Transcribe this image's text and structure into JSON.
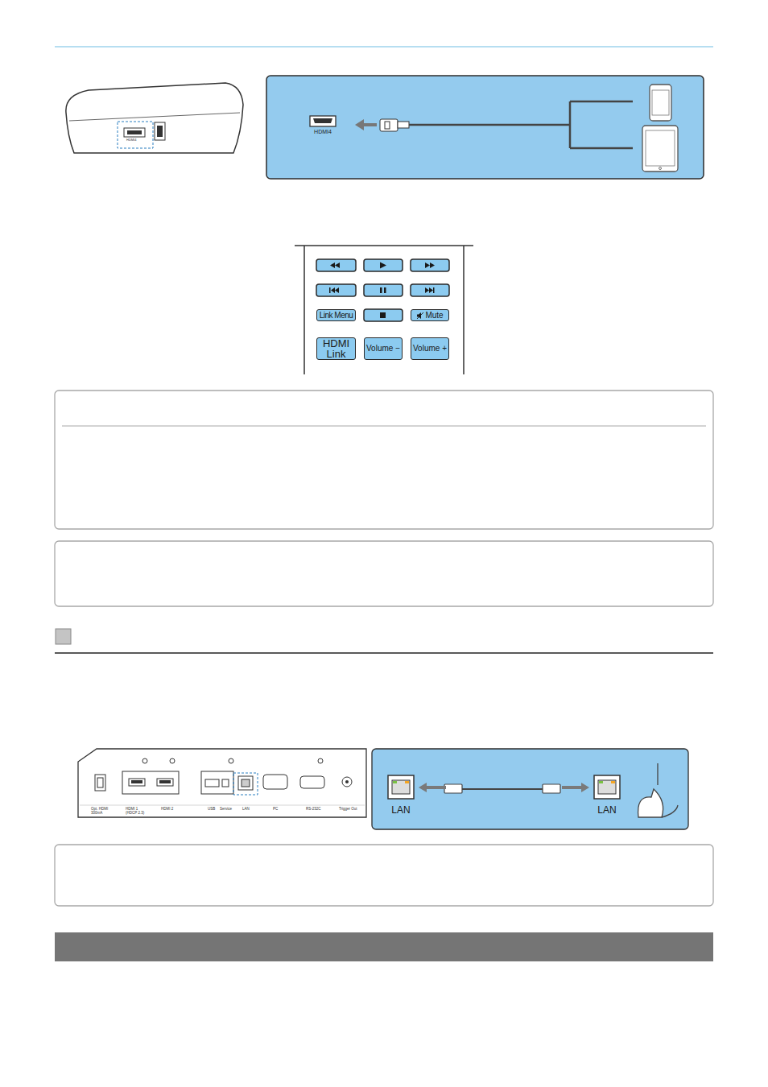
{
  "diagram": {
    "nodes": [
      {
        "text": [
          "HDMI4"
        ]
      },
      {
        "text": [
          "Link Menu"
        ]
      },
      {
        "text": [
          "Mute"
        ]
      },
      {
        "text": [
          "HDMI Link"
        ]
      },
      {
        "text": [
          "Volume −"
        ]
      },
      {
        "text": [
          "Volume +"
        ]
      },
      {
        "text": [
          "LAN"
        ]
      },
      {
        "text": [
          "LAN"
        ]
      }
    ],
    "edges": [
      {
        "from": 6,
        "to": 7,
        "arrow": "both"
      }
    ],
    "labels": [
      "HDMI4",
      "Opt. HDMI 300mA",
      "HDMI 1 (HDCP 2.3)",
      "HDMI 2",
      "USB",
      "Service",
      "LAN",
      "PC",
      "RS-232C",
      "Trigger Out"
    ]
  }
}
